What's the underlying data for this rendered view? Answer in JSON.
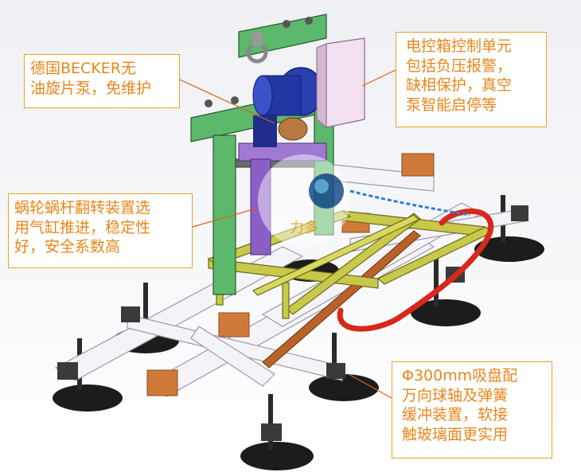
{
  "callouts": {
    "pump": {
      "lines": [
        "德国BECKER无",
        "油旋片泵，免维护"
      ]
    },
    "control": {
      "lines": [
        "电控箱控制单元",
        "包括负压报警，",
        "缺相保护，真空",
        "泵智能启停等"
      ]
    },
    "turnover": {
      "lines": [
        "蜗轮蜗杆翻转装置选",
        "用气缸推进，稳定性",
        "好，安全系数高"
      ]
    },
    "suction": {
      "lines": [
        "Φ300mm吸盘配",
        "万向球轴及弹簧",
        "缓冲装置，软接",
        "触玻璃面更实用"
      ]
    }
  },
  "watermark": {
    "text": "力多"
  },
  "colors": {
    "callout_border": "#f0a020",
    "callout_text": "#e8861a",
    "frame_green": "#5cb86a",
    "beam_yellow": "#c8c84a",
    "hose_red": "#d8281c",
    "motor_blue": "#2a3fb0",
    "beam_white": "#f4f4f8",
    "pad_black": "#1c1c1c",
    "box_pink": "#f2dff0"
  }
}
